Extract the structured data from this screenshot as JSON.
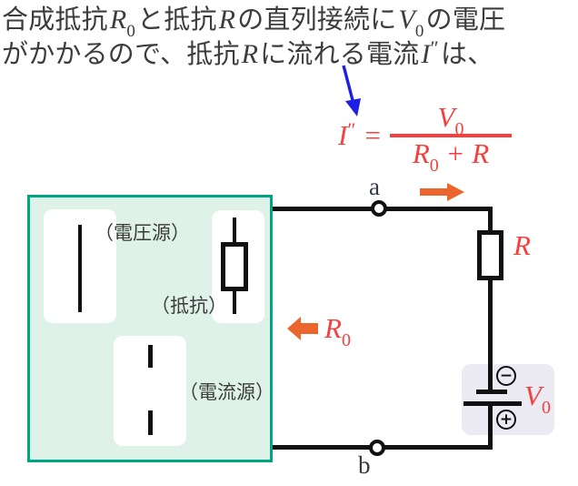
{
  "colors": {
    "text": "#3c3c3c",
    "red": "#f93e3e",
    "orange": "#ea662c",
    "blue": "#1e1ee6",
    "green_border": "#00a682",
    "green_fill": "#def2e9",
    "battery_bg": "#ecebf3",
    "wire": "#111111"
  },
  "intro": {
    "line1": {
      "t1": "合成抵抗",
      "m1": "R",
      "m1sub": "0",
      "t2": "と抵抗",
      "m2": "R",
      "t3": "の直列接続に",
      "m3": "V",
      "m3sub": "0",
      "t4": "の電圧"
    },
    "line2": {
      "t1": "がかかるので、抵抗",
      "m1": "R",
      "t2": "に流れる電流",
      "m2": "I",
      "m2prime": "″",
      "t3": "は、"
    }
  },
  "formula": {
    "lhs": "I",
    "lhs_prime": "″",
    "eq": "=",
    "num": "V",
    "num_sub": "0",
    "den_r0": "R",
    "den_r0_sub": "0",
    "den_plus": " + ",
    "den_r": "R"
  },
  "blackbox": {
    "voltage_source_label": "（電圧源）",
    "resistor_label": "（抵抗）",
    "current_source_label": "（電流源）"
  },
  "circuit": {
    "node_a": "a",
    "node_b": "b",
    "r_label": "R",
    "r0_label": "R",
    "r0_sub": "0",
    "v0_label": "V",
    "v0_sub": "0",
    "battery_minus": "−",
    "battery_plus": "+"
  }
}
